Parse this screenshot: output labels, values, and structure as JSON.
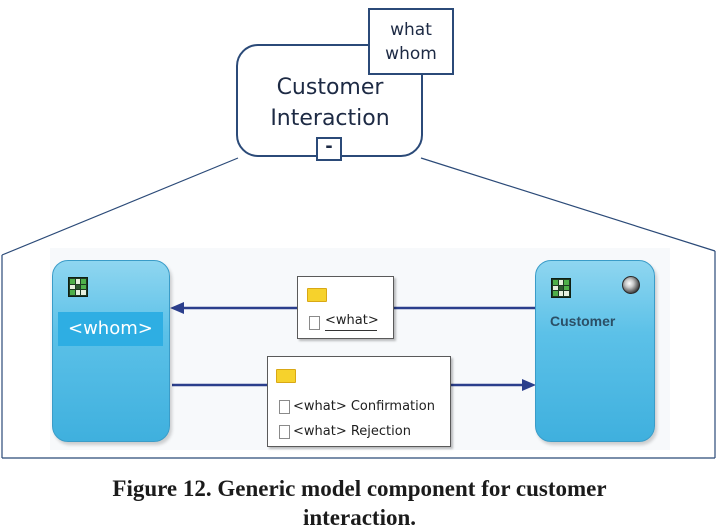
{
  "process": {
    "title_line1": "Customer",
    "title_line2": "Interaction",
    "context_line1": "what",
    "context_line2": "whom",
    "collapse_symbol": "-"
  },
  "roles": {
    "left_label": "<whom>",
    "right_label": "Customer"
  },
  "messages": {
    "incoming": [
      "<what>"
    ],
    "outgoing": [
      "<what> Confirmation",
      "<what> Rejection"
    ]
  },
  "icons": {
    "role_icon": "grid-role-icon",
    "message_folder": "folder-icon",
    "message_doc": "document-icon",
    "external_marker": "gear-icon"
  },
  "colors": {
    "outline": "#2b4a78",
    "role_fill": "#5cc1e8",
    "whom_highlight": "#2eaee3",
    "arrow": "#2b3f8c",
    "folder": "#f6d22c"
  },
  "caption": {
    "line1": "Figure 12. Generic model component for customer",
    "line2": "interaction."
  }
}
